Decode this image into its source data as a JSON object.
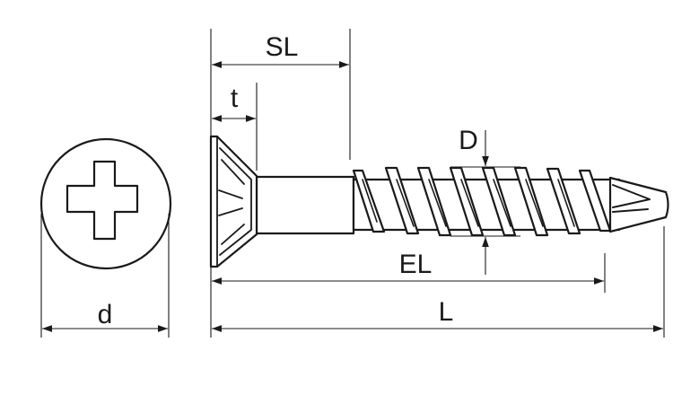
{
  "labels": {
    "sl": "SL",
    "t": "t",
    "d_upper": "D",
    "el": "EL",
    "d_lower": "d",
    "l": "L"
  },
  "colors": {
    "ink": "#1a1a1a",
    "background": "#ffffff"
  }
}
